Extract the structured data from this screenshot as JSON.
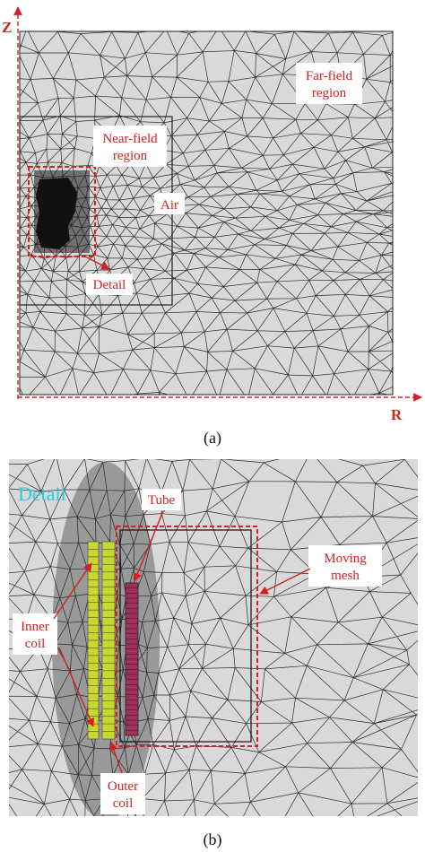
{
  "panel_a": {
    "caption": "(a)",
    "axis_z": "Z",
    "axis_r": "R",
    "labels": {
      "far_field_1": "Far-field",
      "far_field_2": "region",
      "near_field_1": "Near-field",
      "near_field_2": "region",
      "air": "Air",
      "detail": "Detail"
    }
  },
  "panel_b": {
    "caption": "(b)",
    "title": "Detail",
    "labels": {
      "tube": "Tube",
      "moving_1": "Moving",
      "moving_2": "mesh",
      "inner_1": "Inner",
      "inner_2": "coil",
      "outer_1": "Outer",
      "outer_2": "coil"
    }
  },
  "colors": {
    "mesh_line": "#2a2a2a",
    "mesh_bg": "#d9d9d9",
    "annotation": "#d42020",
    "coil": "#c8d830",
    "tube": "#a0305a",
    "detail_title": "#30c8e0"
  }
}
